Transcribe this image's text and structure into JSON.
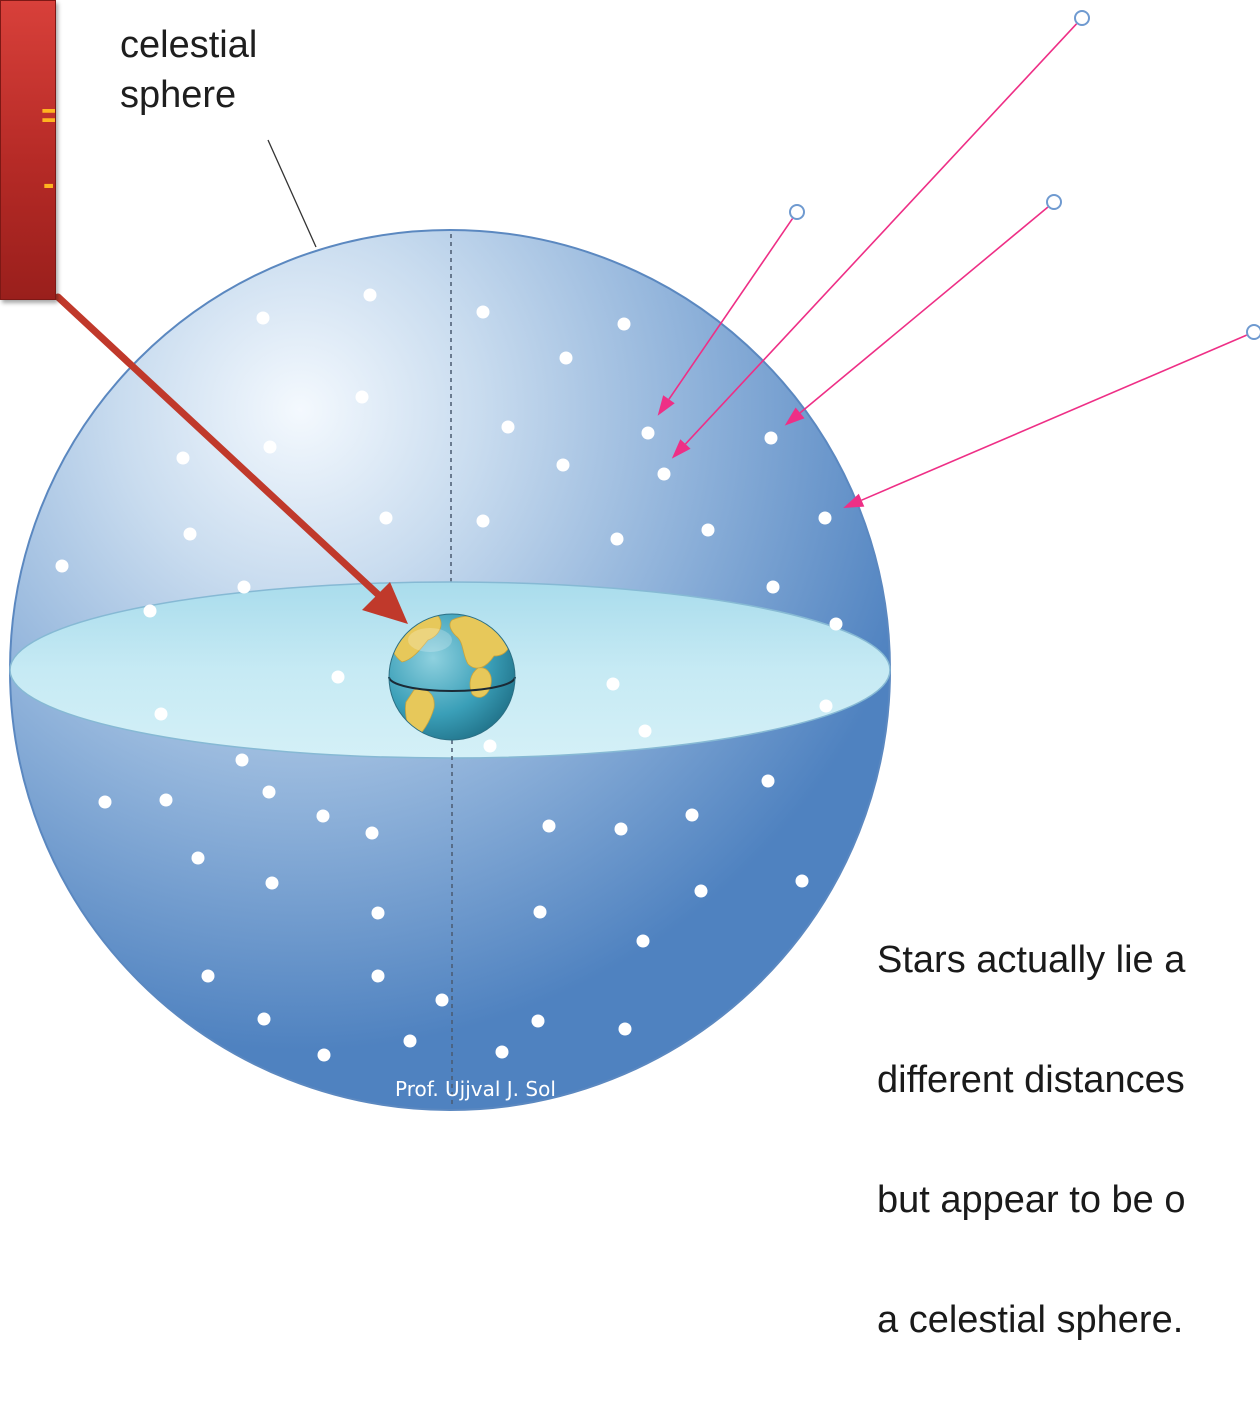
{
  "labels": {
    "sphere_label_line1": "celestial",
    "sphere_label_line2": "sphere",
    "caption_line1": "Stars actually lie a",
    "caption_line2": "different distances",
    "caption_line3": "but appear to be o",
    "caption_line4": "a celestial sphere.",
    "credit": "Prof. Ujjval J. Sol",
    "red_box_glyph_1": "=",
    "red_box_glyph_2": "-"
  },
  "colors": {
    "sphere_light": "#e8f3fb",
    "sphere_mid": "#a9c6e4",
    "sphere_dark": "#5f8ec6",
    "equator_plane": "#bfe6f1",
    "star": "#ffffff",
    "star_pointer": "#ee2f86",
    "distant_star_outline": "#6f9ad0",
    "red_arrow": "#c0392b",
    "red_box": "#c8322d",
    "earth_ocean": "#3aa0b8",
    "earth_land": "#e8c95a"
  },
  "icons": {
    "distant_star": "open-circle",
    "star": "white-dot",
    "earth": "globe"
  }
}
